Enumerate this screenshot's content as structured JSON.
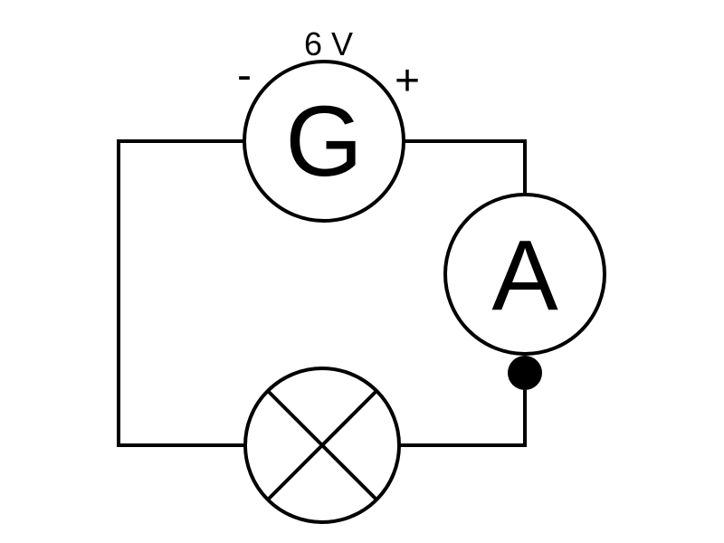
{
  "generator": {
    "letter": "G",
    "voltage": "6 V",
    "negative": "-",
    "positive": "+"
  },
  "ammeter": {
    "letter": "A"
  },
  "lamp": {
    "symbol": "cross-in-circle"
  },
  "colors": {
    "stroke": "#000000",
    "background": "#ffffff"
  }
}
